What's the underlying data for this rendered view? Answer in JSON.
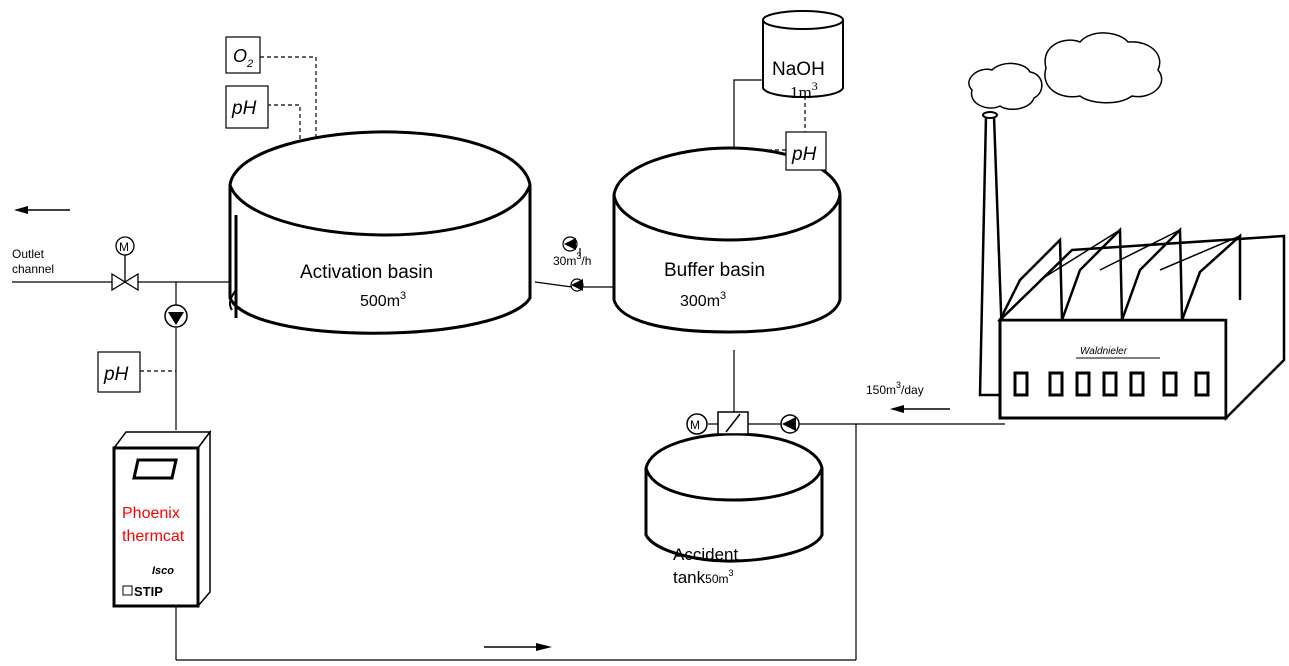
{
  "labels": {
    "outlet_line1": "Outlet",
    "outlet_line2": "channel",
    "motor_symbol": "M",
    "o2_sensor": "O",
    "o2_subscript": "2",
    "ph_sensor": "pH",
    "activation_basin": "Activation basin",
    "activation_volume": "500m",
    "buffer_basin": "Buffer basin",
    "buffer_volume": "300m",
    "superscript_3": "3",
    "pump_flow_value": "30m",
    "pump_flow_unit": "/h",
    "naoh_tank": "NaOH",
    "naoh_volume": "1m",
    "accident_tank_line1": "Accident",
    "accident_tank_line2": "tank",
    "accident_volume": "50m",
    "inflow_value": "150m",
    "inflow_unit": "/day",
    "factory_name": "Waldnieler",
    "analyzer_name_line1": "Phoenix",
    "analyzer_name_line2": "thermcat",
    "analyzer_brand": "Isco",
    "analyzer_model": "STIP"
  },
  "colors": {
    "analyzer_label": "#ff0000",
    "line": "#000000",
    "background": "#ffffff"
  }
}
